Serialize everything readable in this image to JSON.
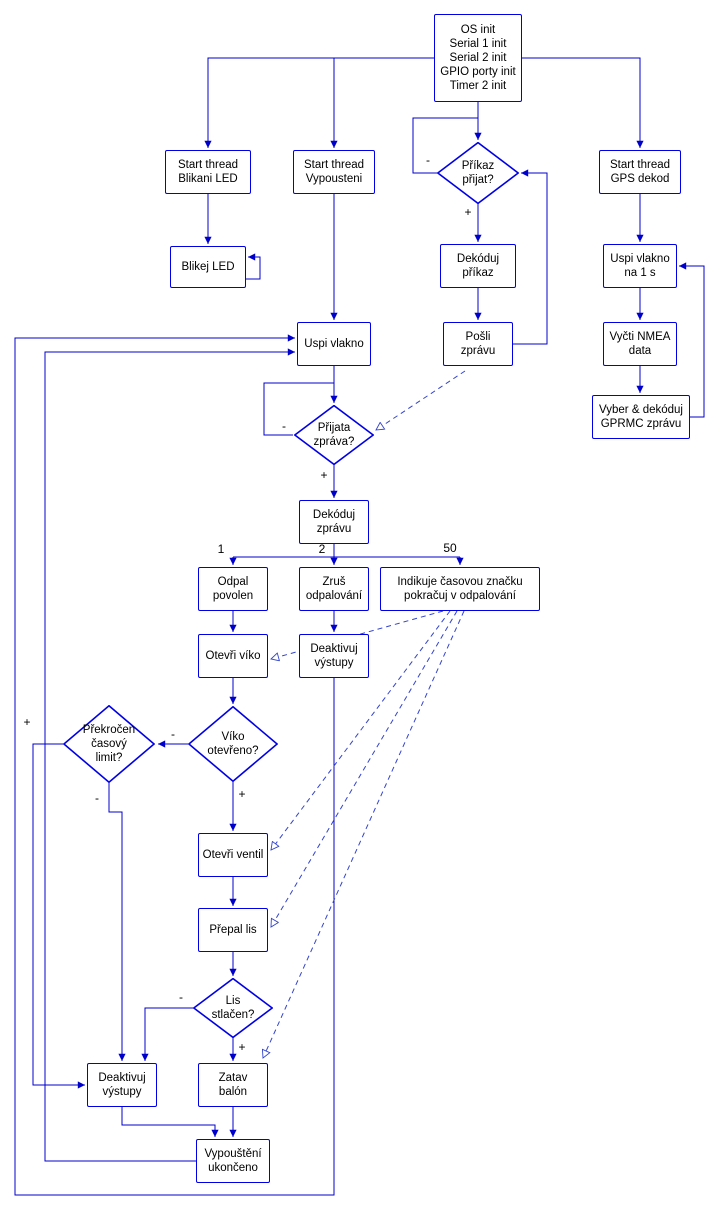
{
  "diagram_type": "flowchart",
  "colors": {
    "node_border": "#0000e6",
    "connector": "#0000cc",
    "dashed_connector": "#3344cc",
    "text": "#000000",
    "background": "#ffffff"
  },
  "nodes": {
    "os_init": {
      "label": "OS init\nSerial 1 init\nSerial 2 init\nGPIO porty init\nTimer 2 init"
    },
    "start_blikani": {
      "label": "Start thread\nBlikani LED"
    },
    "start_vypousteni": {
      "label": "Start thread\nVypousteni"
    },
    "prikaz_prijat": {
      "label": "Příkaz\npřijat?"
    },
    "start_gps": {
      "label": "Start thread\nGPS dekod"
    },
    "blikej_led": {
      "label": "Blikej LED"
    },
    "dekoduj_prikaz": {
      "label": "Dekóduj\npříkaz"
    },
    "posli_zpravu": {
      "label": "Pošli\nzprávu"
    },
    "uspi_vlakno": {
      "label": "Uspi vlakno"
    },
    "uspi_1s": {
      "label": "Uspi vlakno\nna 1 s"
    },
    "vycti_nmea": {
      "label": "Vyčti NMEA\ndata"
    },
    "vyber_gprmc": {
      "label": "Vyber & dekóduj\nGPRMC zprávu"
    },
    "prijata_zprava": {
      "label": "Přijata\nzpráva?"
    },
    "dekoduj_zpravu": {
      "label": "Dekóduj\nzprávu"
    },
    "odpal_povolen": {
      "label": "Odpal\npovolen"
    },
    "zrus_odpalovani": {
      "label": "Zruš\nodpalování"
    },
    "indikuje": {
      "label": "Indikuje časovou značku\npokračuj v odpalování"
    },
    "otevri_viko": {
      "label": "Otevři víko"
    },
    "deaktivuj_mid": {
      "label": "Deaktivuj\nvýstupy"
    },
    "viko_otevreno": {
      "label": "Víko\notevřeno?"
    },
    "prekrocen_limit": {
      "label": "Překročen\nčasový\nlimit?"
    },
    "otevri_ventil": {
      "label": "Otevři ventil"
    },
    "prepal_lis": {
      "label": "Přepal lis"
    },
    "lis_stlacen": {
      "label": "Lis\nstlačen?"
    },
    "deaktivuj_bl": {
      "label": "Deaktivuj\nvýstupy"
    },
    "zatav_balon": {
      "label": "Zatav\nbalón"
    },
    "vypousteni_ukonceno": {
      "label": "Vypouštění\nukončeno"
    }
  },
  "edge_labels": {
    "prikaz_minus": "-",
    "prikaz_plus": "+",
    "prijata_minus": "-",
    "prijata_plus": "+",
    "branch_1": "1",
    "branch_2": "2",
    "branch_50": "50",
    "viko_minus": "-",
    "viko_plus": "+",
    "limit_plus": "+",
    "limit_minus": "-",
    "lis_minus": "-",
    "lis_plus": "+"
  }
}
